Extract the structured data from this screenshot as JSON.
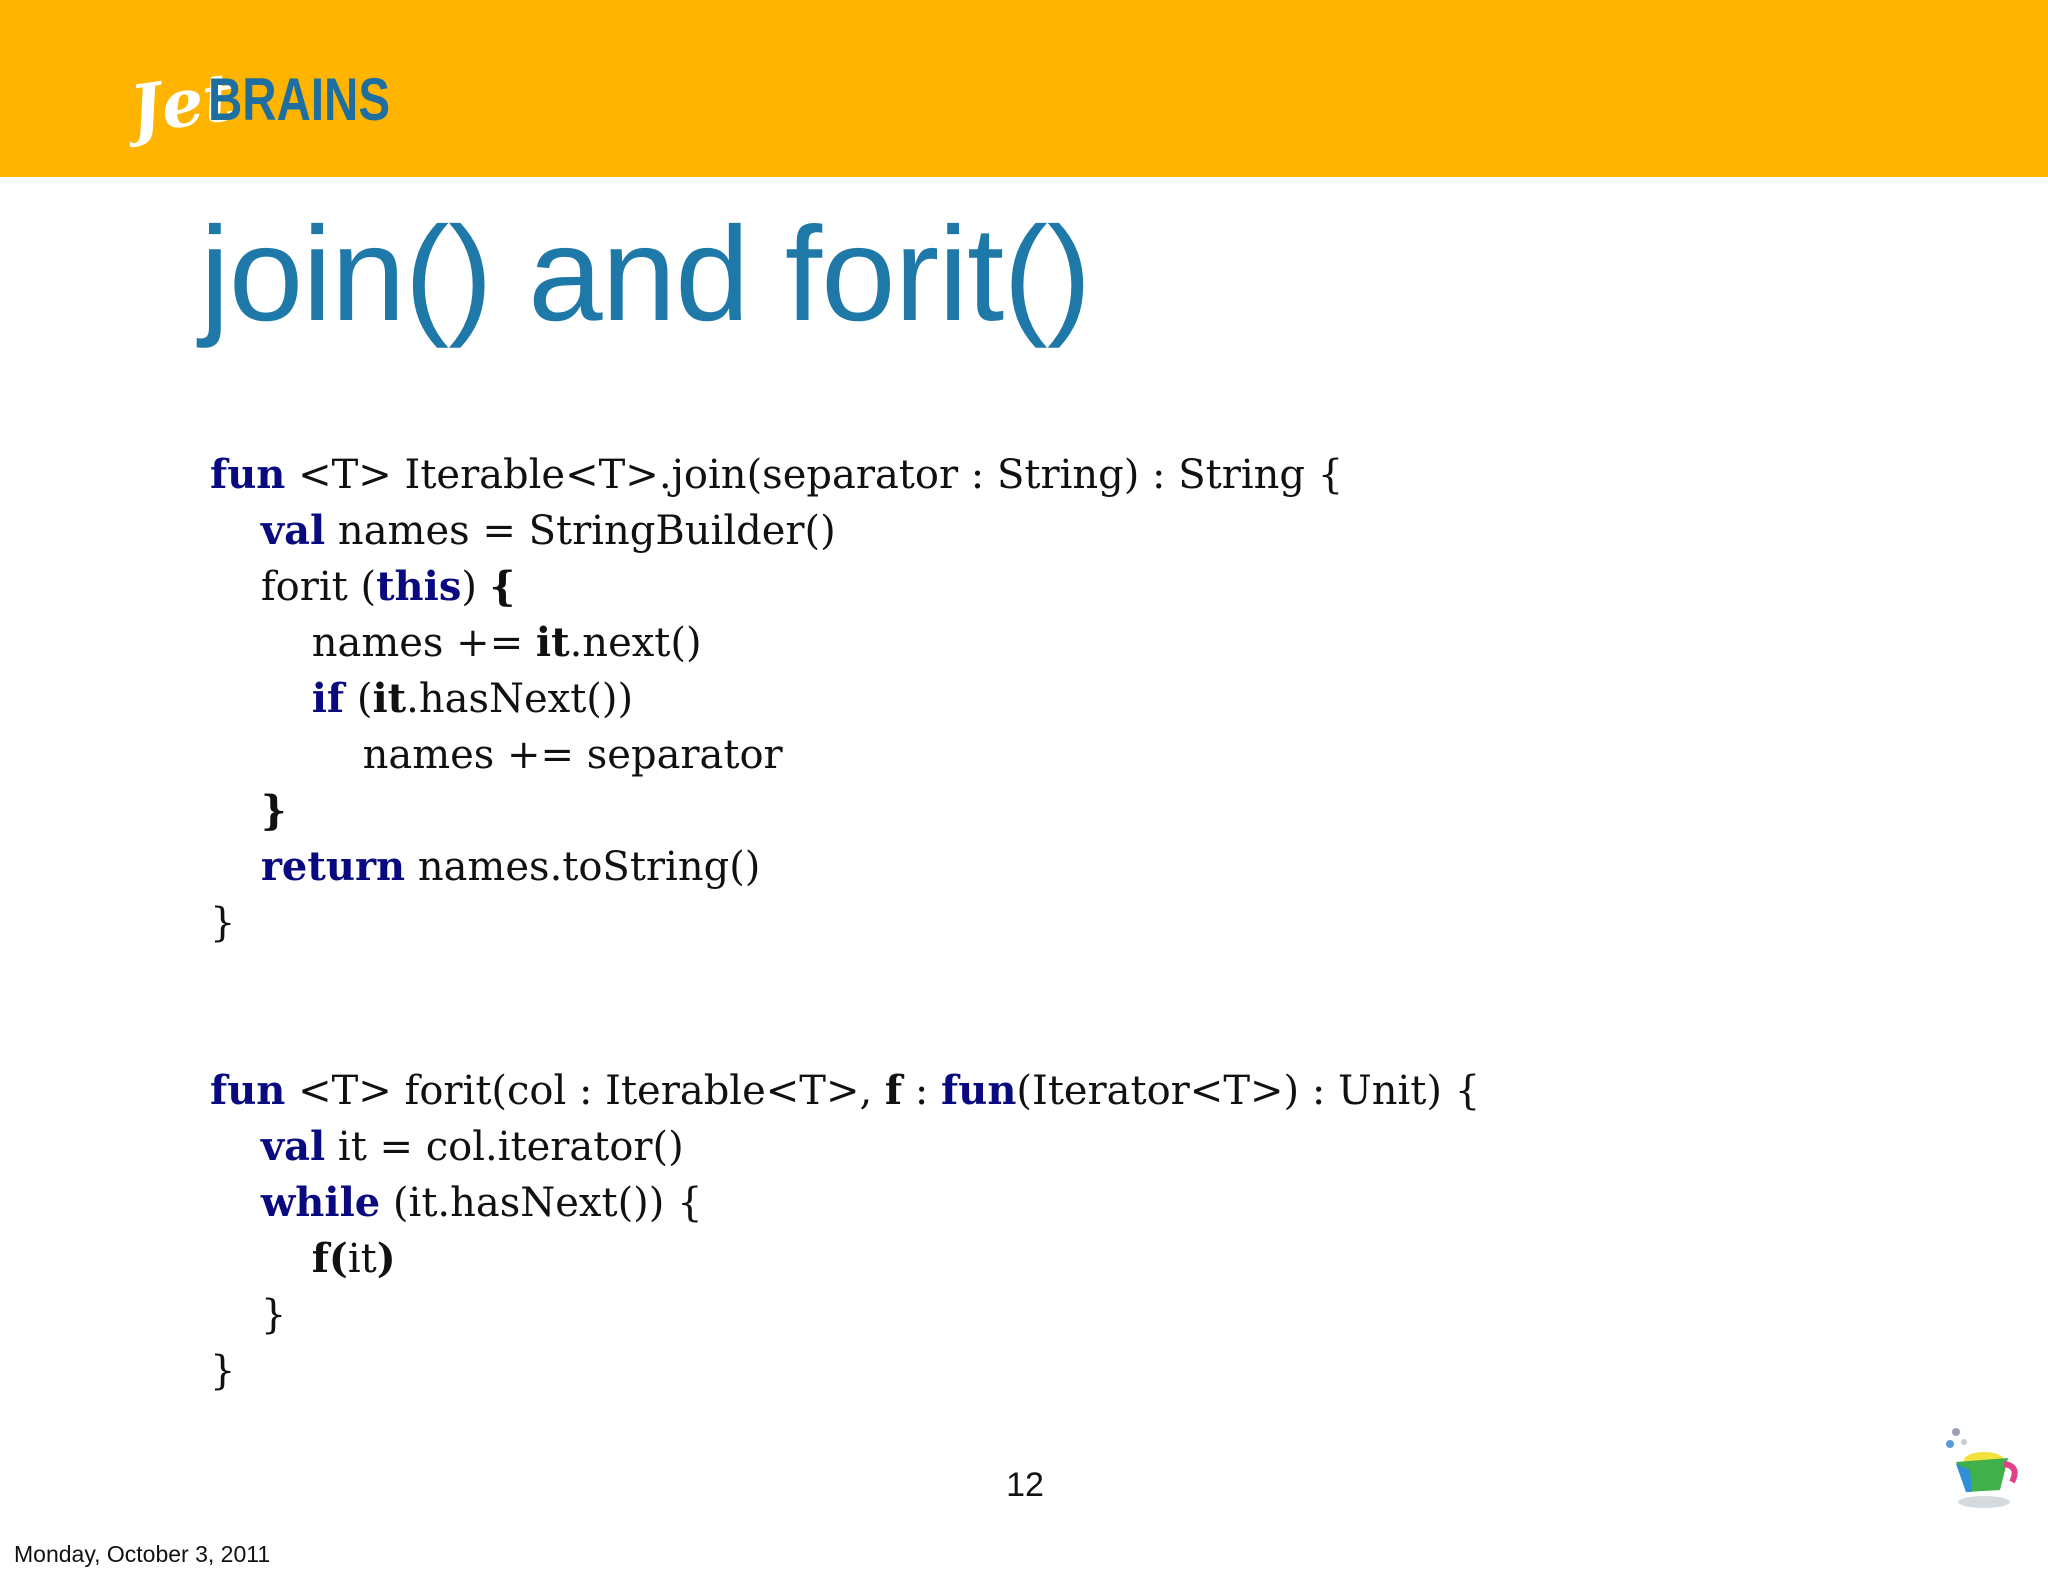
{
  "header": {
    "brand_color": "#FFB400",
    "logo_text_script": "Jet",
    "logo_text_bold": "BRAINS"
  },
  "slide": {
    "title": "join() and forit()",
    "title_color": "#1E79A8",
    "keyword_color": "#0A0A80",
    "page_number": "12"
  },
  "code_blocks": [
    {
      "lines": [
        [
          {
            "t": "fun",
            "c": "kw"
          },
          {
            "t": " <T> Iterable<T>.join(separator : String) : String {",
            "c": ""
          }
        ],
        [
          {
            "t": "    ",
            "c": ""
          },
          {
            "t": "val",
            "c": "kw"
          },
          {
            "t": " names = StringBuilder()",
            "c": ""
          }
        ],
        [
          {
            "t": "    forit (",
            "c": ""
          },
          {
            "t": "this",
            "c": "kw"
          },
          {
            "t": ") ",
            "c": ""
          },
          {
            "t": "{",
            "c": "b"
          }
        ],
        [
          {
            "t": "        names += ",
            "c": ""
          },
          {
            "t": "it",
            "c": "b"
          },
          {
            "t": ".next()",
            "c": ""
          }
        ],
        [
          {
            "t": "        ",
            "c": ""
          },
          {
            "t": "if",
            "c": "kw"
          },
          {
            "t": " (",
            "c": ""
          },
          {
            "t": "it",
            "c": "b"
          },
          {
            "t": ".hasNext())",
            "c": ""
          }
        ],
        [
          {
            "t": "            names += separator",
            "c": ""
          }
        ],
        [
          {
            "t": "    ",
            "c": ""
          },
          {
            "t": "}",
            "c": "b"
          }
        ],
        [
          {
            "t": "    ",
            "c": ""
          },
          {
            "t": "return",
            "c": "kw"
          },
          {
            "t": " names.toString()",
            "c": ""
          }
        ],
        [
          {
            "t": "}",
            "c": ""
          }
        ]
      ]
    },
    {
      "lines": [
        [
          {
            "t": "fun",
            "c": "kw"
          },
          {
            "t": " <T> forit(col : Iterable<T>, ",
            "c": ""
          },
          {
            "t": "f",
            "c": "b"
          },
          {
            "t": " : ",
            "c": ""
          },
          {
            "t": "fun",
            "c": "kw"
          },
          {
            "t": "(Iterator<T>) : Unit) {",
            "c": ""
          }
        ],
        [
          {
            "t": "    ",
            "c": ""
          },
          {
            "t": "val",
            "c": "kw"
          },
          {
            "t": " it = col.iterator()",
            "c": ""
          }
        ],
        [
          {
            "t": "    ",
            "c": ""
          },
          {
            "t": "while",
            "c": "kw"
          },
          {
            "t": " (it.hasNext()) {",
            "c": ""
          }
        ],
        [
          {
            "t": "        ",
            "c": ""
          },
          {
            "t": "f(",
            "c": "b"
          },
          {
            "t": "it",
            "c": ""
          },
          {
            "t": ")",
            "c": "b"
          }
        ],
        [
          {
            "t": "    }",
            "c": ""
          }
        ],
        [
          {
            "t": "}",
            "c": ""
          }
        ]
      ]
    }
  ],
  "footer": {
    "date": "Monday, October 3, 2011"
  },
  "icons": {
    "logo": "jetbrains-logo",
    "corner": "kotlin-teapot-icon"
  }
}
